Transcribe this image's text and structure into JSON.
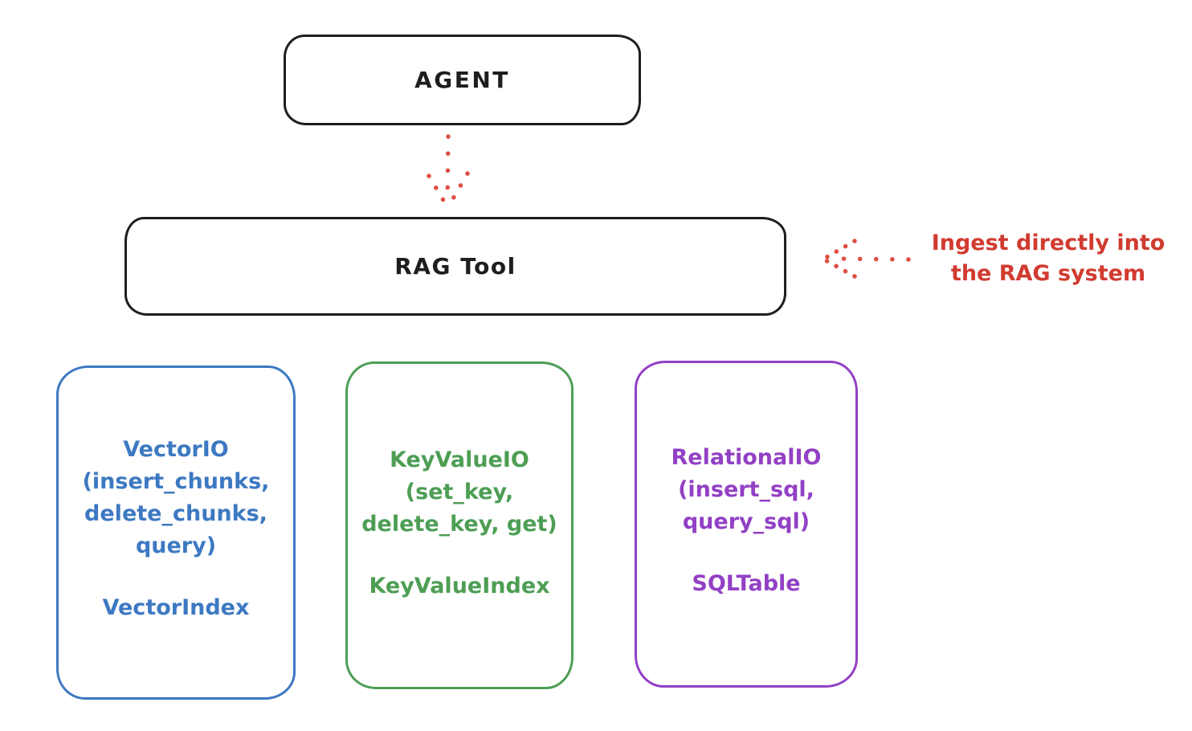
{
  "diagram": {
    "title_hint": "RAG Tool architecture sketch",
    "colors": {
      "ink": "#1e1e1e",
      "red_arrow": "#dd4f43",
      "red_text": "#d13b30",
      "vector_blue": "#3d79c2",
      "keyvalue_green": "#4d9e54",
      "relational_purple": "#9240c5"
    },
    "agent": {
      "label": "AGENT"
    },
    "rag_tool": {
      "label": "RAG Tool"
    },
    "annotation": {
      "line1": "Ingest directly into",
      "line2": "the RAG system"
    },
    "boxes": [
      {
        "id": "vector-io",
        "color": "#3d79c2",
        "lines": [
          "VectorIO",
          "(insert_chunks,",
          "delete_chunks,",
          "query)"
        ],
        "index_label": "VectorIndex"
      },
      {
        "id": "keyvalue-io",
        "color": "#4d9e54",
        "lines": [
          "KeyValueIO",
          "(set_key,",
          "delete_key, get)"
        ],
        "index_label": "KeyValueIndex"
      },
      {
        "id": "relational-io",
        "color": "#9240c5",
        "lines": [
          "RelationalIO",
          "(insert_sql,",
          "query_sql)"
        ],
        "index_label": "SQLTable"
      }
    ]
  }
}
